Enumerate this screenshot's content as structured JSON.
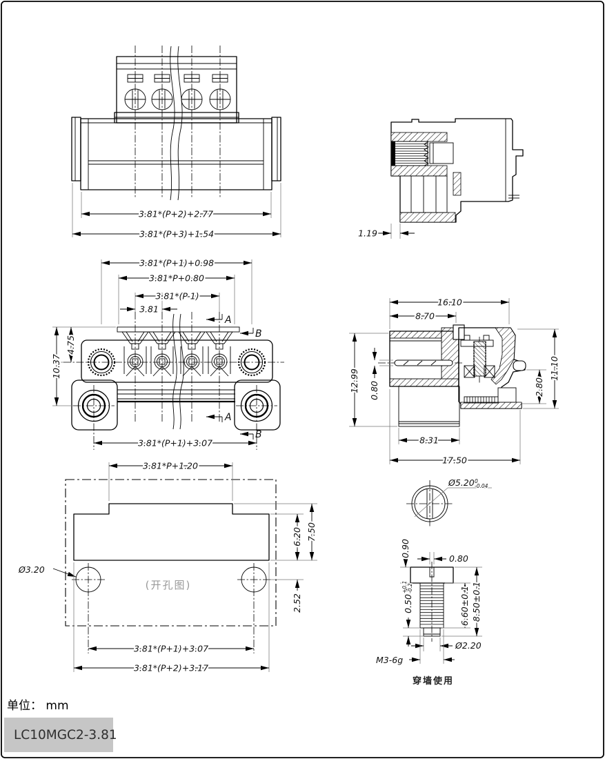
{
  "views": {
    "top_front": {
      "dim_body": "3.81*(P+2)+2.77",
      "dim_total": "3.81*(P+3)+1.54"
    },
    "top_side": {
      "dim_offset": "1.19"
    },
    "mid_front": {
      "dim_knurl": "3.81*(P+1)+0.98",
      "dim_cavity": "3.81*P+0.80",
      "dim_poles": "3.81*(P-1)",
      "dim_pitch": "3.81",
      "dim_h1": "4.75",
      "dim_h2": "10.37",
      "dim_feet": "3.81*(P+1)+3.07",
      "sec_a": "A",
      "sec_b": "B"
    },
    "mid_side": {
      "dim_top": "16.10",
      "dim_top2": "8.70",
      "dim_h": "12.99",
      "dim_pin": "0.80",
      "dim_h2": "11.10",
      "dim_h3": "2.80",
      "dim_sleeve": "8.31",
      "dim_total": "17.50"
    },
    "hole_layout": {
      "dim_top": "3.81*P+1.20",
      "dim_h1": "6.20",
      "dim_h2": "7.50",
      "dim_hole": "Ø3.20",
      "dim_h3": "2.52",
      "dim_feet": "3.81*(P+1)+3.07",
      "dim_total": "3.81*(P+2)+3.17",
      "caption": "(开孔图)"
    },
    "screw": {
      "dim_head": "Ø5.20",
      "tol_top": "0",
      "tol_bot": "-0.04",
      "dim_head_h": "0.90",
      "dim_slot": "0.80",
      "dim_slot_d": "0.50",
      "slot_tol_top": "+0.1",
      "slot_tol_bot": "-0.2",
      "dim_thread": "6.60±0.1",
      "dim_total": "8.50±0.1",
      "dim_tip": "Ø2.20",
      "thread_spec": "M3-6g",
      "caption": "穿墙使用"
    }
  },
  "footer": {
    "unit": "单位： mm",
    "part_number": "LC10MGC2-3.81"
  },
  "colors": {
    "line": "#000000",
    "extension_line": "#777777",
    "caption_gray": "#999999",
    "part_box": "#c6c6c6",
    "background": "#ffffff"
  }
}
